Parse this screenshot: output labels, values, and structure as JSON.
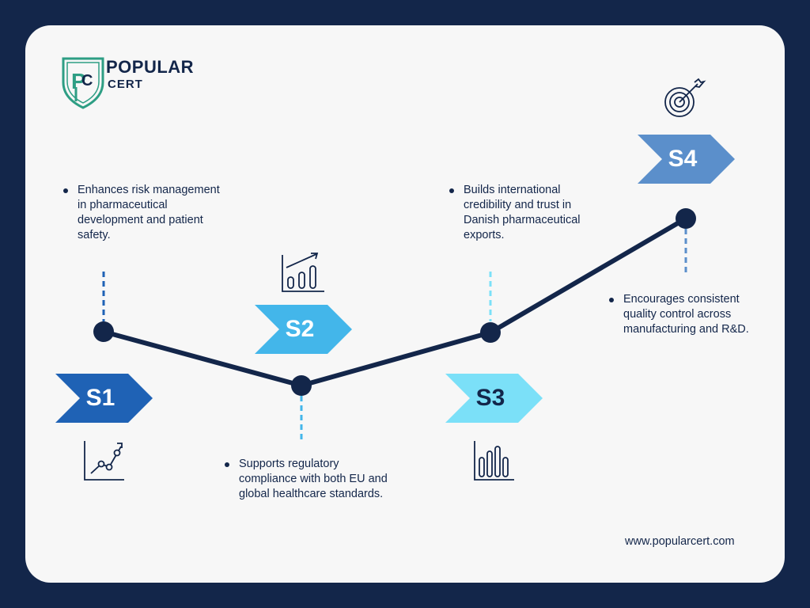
{
  "brand": {
    "name_line1": "POPULAR",
    "name_line2": "CERT",
    "monogram": "PC"
  },
  "steps": [
    {
      "label": "S1",
      "color": "#1f62b5",
      "icon": "line-chart-icon",
      "text": "Enhances risk management in pharmaceutical development and patient safety."
    },
    {
      "label": "S2",
      "color": "#43b6ea",
      "icon": "growth-bar-chart-icon",
      "text": "Supports regulatory compliance with both EU and global healthcare standards."
    },
    {
      "label": "S3",
      "color": "#7be0f8",
      "icon": "bar-chart-icon",
      "text": "Builds international credibility and trust in Danish pharmaceutical exports."
    },
    {
      "label": "S4",
      "color": "#5b8fcb",
      "icon": "target-icon",
      "text": "Encourages consistent quality control across manufacturing and R&D."
    }
  ],
  "colors": {
    "background": "#13264a",
    "card": "#f7f7f7",
    "line": "#13264a",
    "shield_green": "#2e9e84"
  },
  "footer": {
    "url": "www.popularcert.com"
  }
}
